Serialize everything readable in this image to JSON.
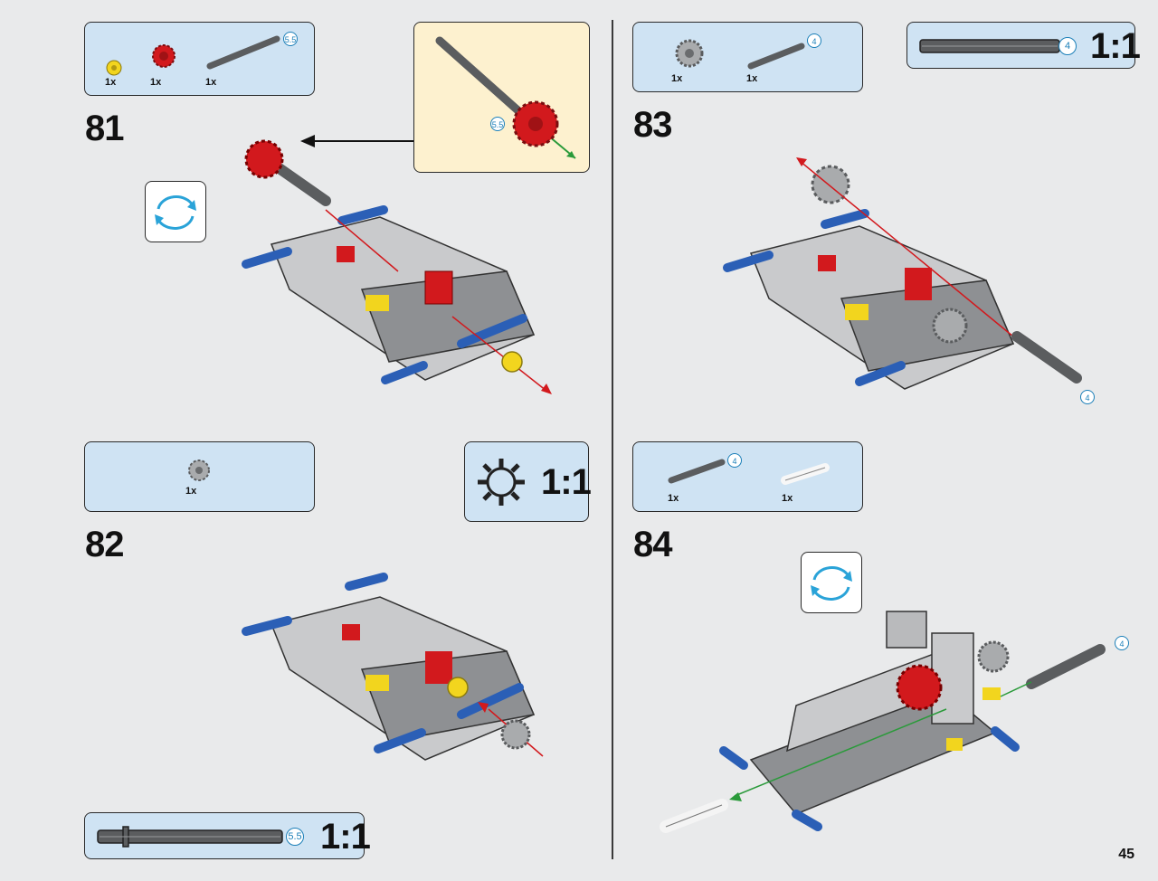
{
  "page": {
    "number": "45"
  },
  "steps": [
    {
      "number": "81",
      "parts": [
        {
          "qty": "1x",
          "icon": "yellow-bush-icon"
        },
        {
          "qty": "1x",
          "icon": "red-gear-icon"
        },
        {
          "qty": "1x",
          "icon": "axle-icon"
        }
      ],
      "axle_length": "5.5",
      "callout_axle_length": "5.5",
      "rotate_icon": "rotate-model-icon"
    },
    {
      "number": "82",
      "parts": [
        {
          "qty": "1x",
          "icon": "grey-gear-icon"
        }
      ],
      "scale_label": "1:1"
    },
    {
      "number": "83",
      "parts": [
        {
          "qty": "1x",
          "icon": "grey-gear-icon"
        },
        {
          "qty": "1x",
          "icon": "axle-icon"
        }
      ],
      "axle_length": "4",
      "model_axle_length": "4",
      "scale_axle_length": "4",
      "scale_label": "1:1"
    },
    {
      "number": "84",
      "parts": [
        {
          "qty": "1x",
          "icon": "axle-icon"
        },
        {
          "qty": "1x",
          "icon": "connector-icon"
        }
      ],
      "axle_length": "4",
      "model_axle_length": "4",
      "rotate_icon": "rotate-model-icon"
    }
  ],
  "bottom_scale": {
    "axle_length": "5.5",
    "scale_label": "1:1"
  },
  "colors": {
    "box_fill": "#cfe3f3",
    "callout_fill": "#fdf1cf",
    "axle": "#5b5d5f",
    "red_part": "#d2191d",
    "blue_part": "#2b5fb6",
    "yellow_part": "#f2d51e"
  }
}
